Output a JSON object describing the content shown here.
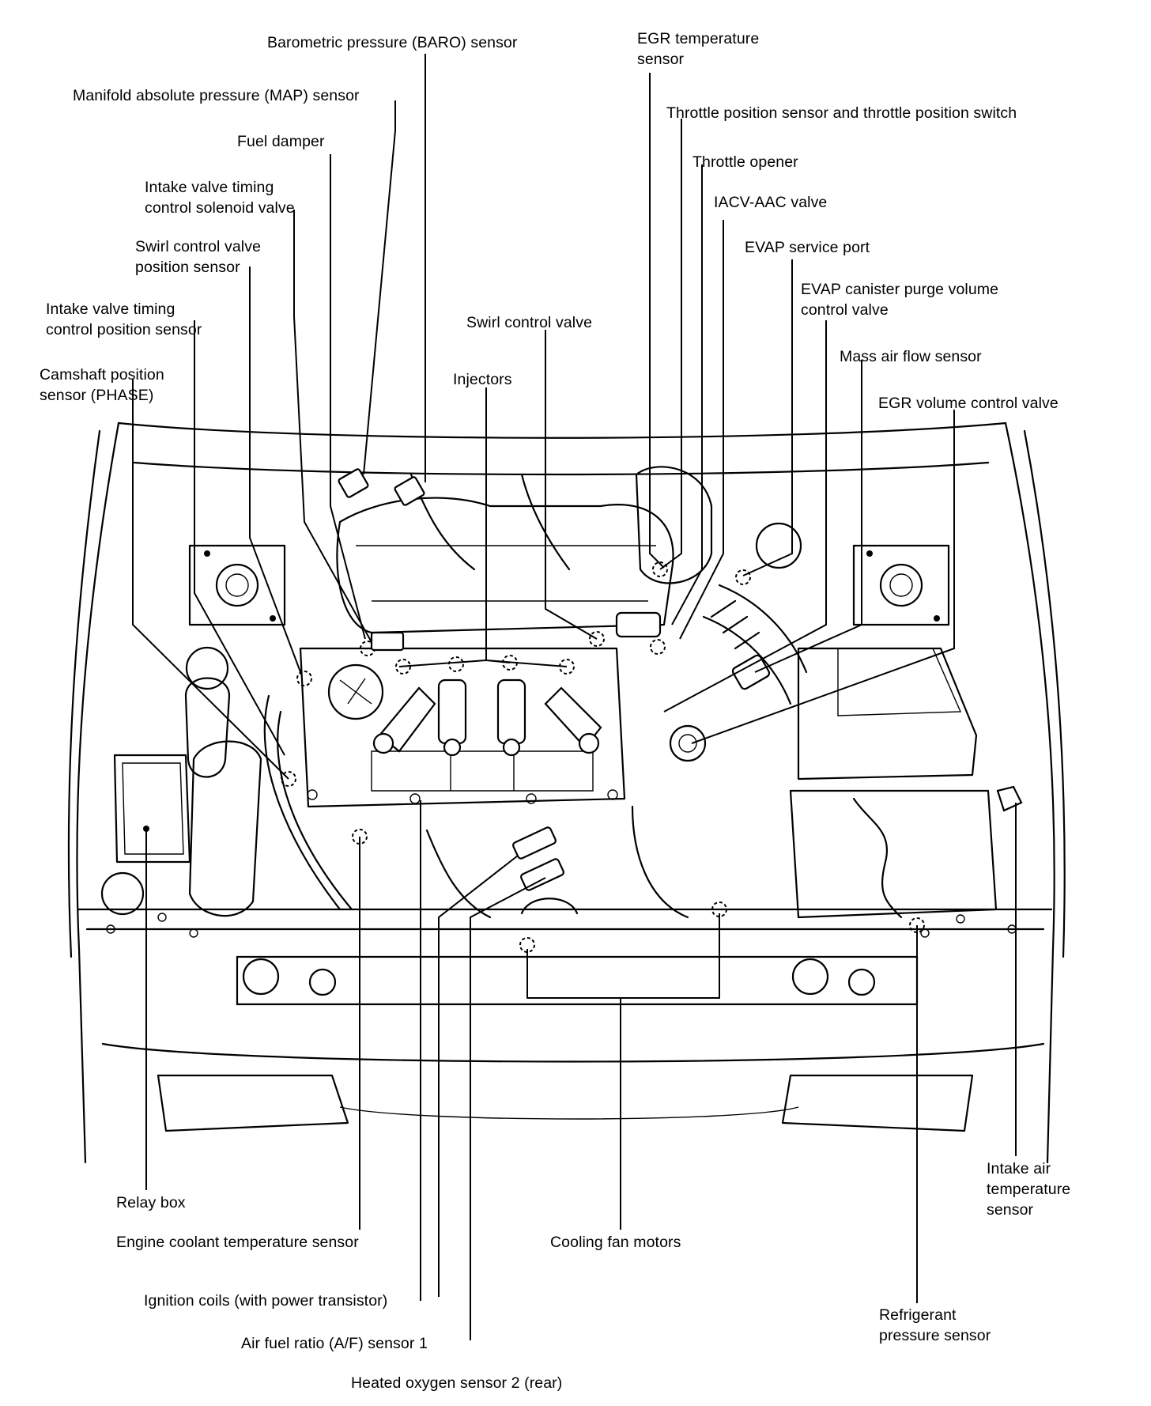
{
  "labels": {
    "baro": "Barometric pressure (BARO) sensor",
    "egr_temp_1": "EGR temperature",
    "egr_temp_2": "sensor",
    "map": "Manifold absolute pressure (MAP) sensor",
    "tps": "Throttle position sensor and throttle position switch",
    "fuel_damper": "Fuel damper",
    "throttle_opener": "Throttle opener",
    "ivt_sol_1": "Intake valve timing",
    "ivt_sol_2": "control solenoid valve",
    "iacv": "IACV-AAC valve",
    "swirl_pos_1": "Swirl control valve",
    "swirl_pos_2": "position sensor",
    "evap_port": "EVAP service port",
    "evap_canister_1": "EVAP canister purge volume",
    "evap_canister_2": "control valve",
    "ivt_pos_1": "Intake valve timing",
    "ivt_pos_2": "control position sensor",
    "swirl_valve": "Swirl control valve",
    "maf": "Mass air flow sensor",
    "cmp_1": "Camshaft position",
    "cmp_2": "sensor (PHASE)",
    "injectors": "Injectors",
    "egr_vol": "EGR volume control valve",
    "relay_box": "Relay box",
    "iat_1": "Intake air",
    "iat_2": "temperature",
    "iat_3": "sensor",
    "ect": "Engine coolant temperature sensor",
    "cooling_fan": "Cooling fan motors",
    "ign_coils": "Ignition coils (with power transistor)",
    "refrig_1": "Refrigerant",
    "refrig_2": "pressure sensor",
    "af_sensor": "Air fuel ratio (A/F) sensor 1",
    "ho2s2": "Heated oxygen sensor 2 (rear)"
  }
}
